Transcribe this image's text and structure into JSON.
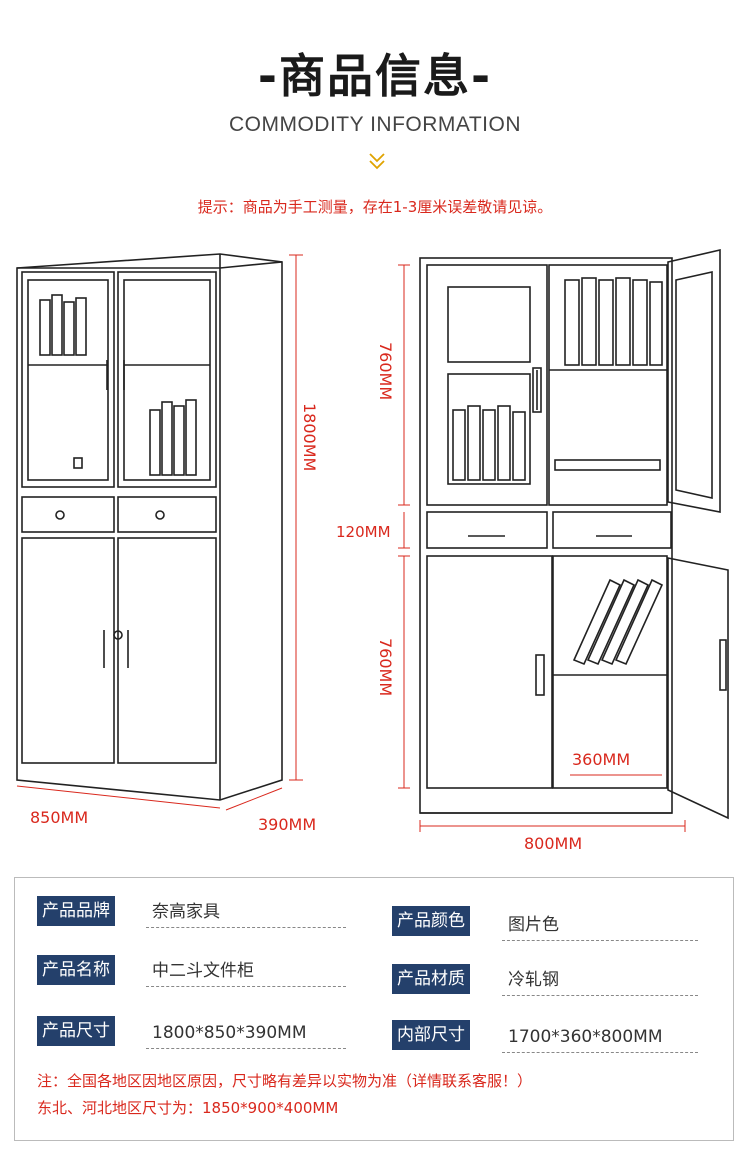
{
  "header": {
    "title": "-商品信息-",
    "subtitle": "COMMODITY INFORMATION",
    "note": "提示：商品为手工测量，存在1-3厘米误差敬请见谅。"
  },
  "dimensions": {
    "left_height": "1800MM",
    "left_width": "850MM",
    "left_depth": "390MM",
    "right_upper": "760MM",
    "right_drawer": "120MM",
    "right_lower": "760MM",
    "right_inner_depth": "360MM",
    "right_width": "800MM"
  },
  "info": {
    "brand_label": "产品品牌",
    "brand_value": "奈高家具",
    "color_label": "产品颜色",
    "color_value": "图片色",
    "name_label": "产品名称",
    "name_value": "中二斗文件柜",
    "material_label": "产品材质",
    "material_value": "冷轧钢",
    "size_label": "产品尺寸",
    "size_value": "1800*850*390MM",
    "inner_label": "内部尺寸",
    "inner_value": "1700*360*800MM"
  },
  "footer": {
    "line1": "注：全国各地区因地区原因，尺寸略有差异以实物为准（详情联系客服！）",
    "line2": "东北、河北地区尺寸为：1850*900*400MM"
  },
  "colors": {
    "accent_red": "#d9281d",
    "tag_navy": "#24406b"
  }
}
